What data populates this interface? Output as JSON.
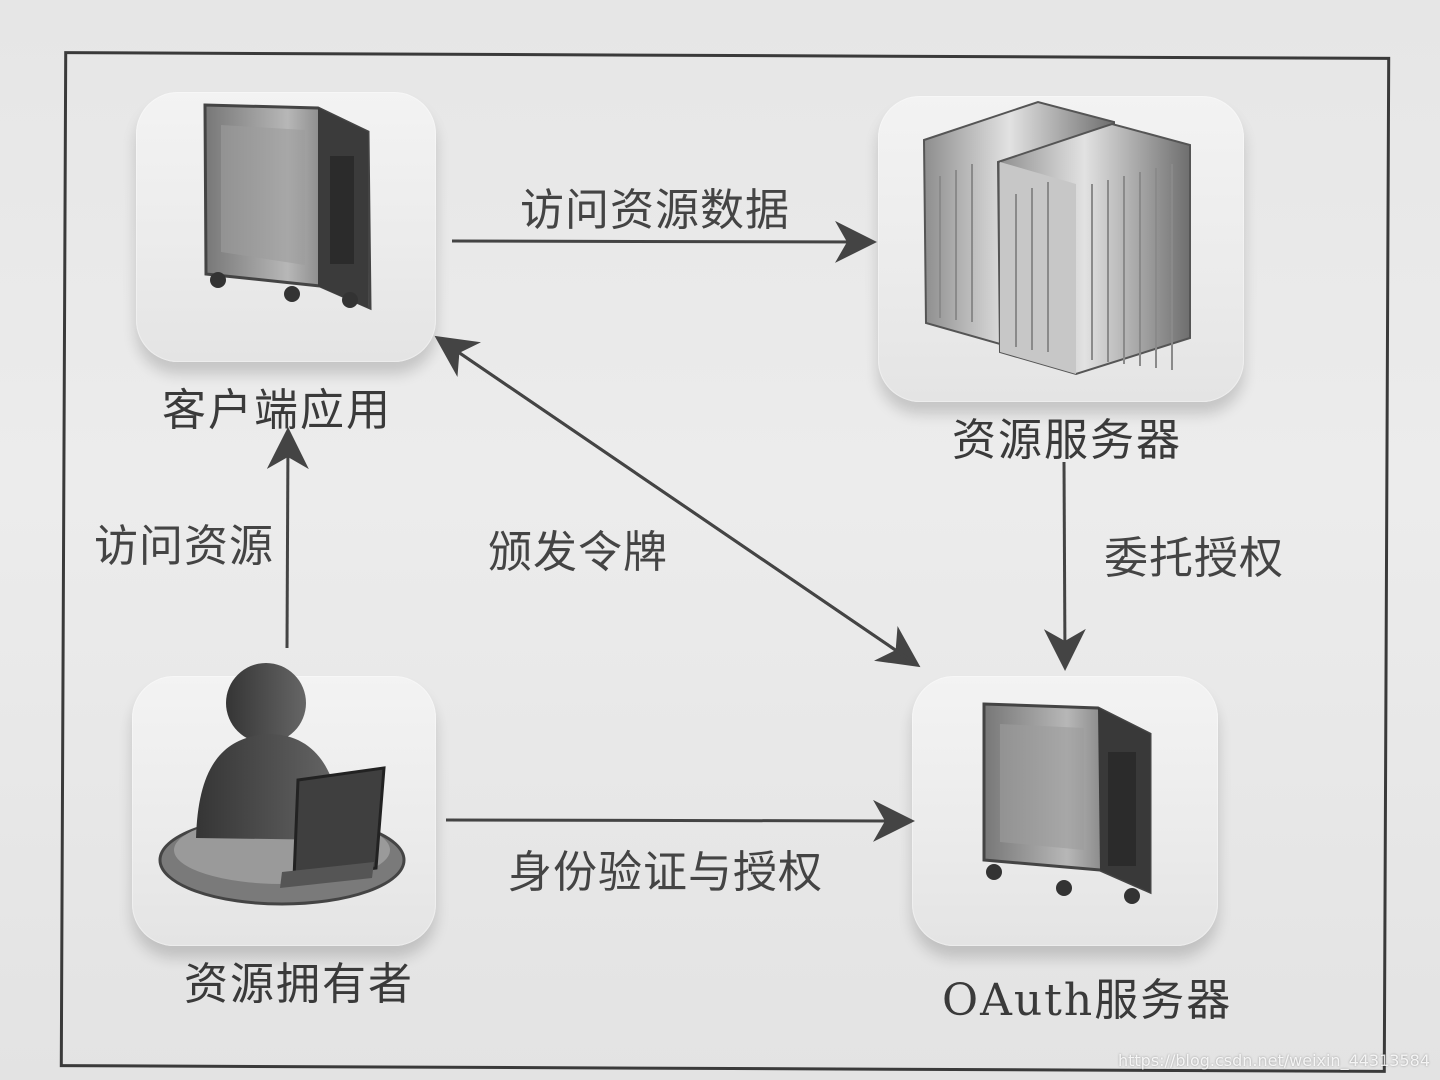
{
  "nodes": {
    "client": {
      "label": "客户端应用"
    },
    "resource_server": {
      "label": "资源服务器"
    },
    "resource_owner": {
      "label": "资源拥有者"
    },
    "oauth_server": {
      "label": "OAuth服务器"
    }
  },
  "edges": {
    "client_to_resource": {
      "label": "访问资源数据"
    },
    "owner_to_client": {
      "label": "访问资源"
    },
    "token_issue": {
      "label": "颁发令牌"
    },
    "delegate_auth": {
      "label": "委托授权"
    },
    "auth_flow": {
      "label": "身份验证与授权"
    }
  },
  "watermark": "https://blog.csdn.net/weixin_44313584"
}
